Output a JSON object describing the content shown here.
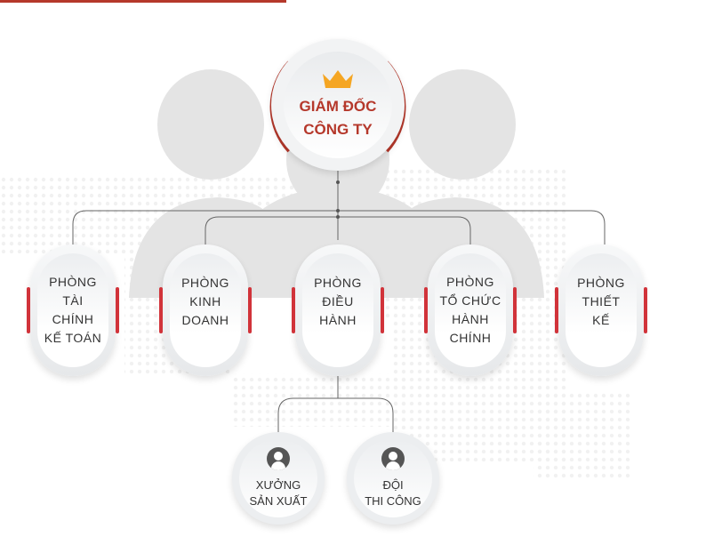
{
  "director": {
    "title_line1": "GIÁM ĐỐC",
    "title_line2": "CÔNG TY",
    "icon": "crown-icon"
  },
  "departments": [
    {
      "label": "PHÒNG TÀI CHÍNH KẾ TOÁN",
      "lines": [
        "PHÒNG",
        "TÀI",
        "CHÍNH",
        "KẾ TOÁN"
      ]
    },
    {
      "label": "PHÒNG KINH DOANH",
      "lines": [
        "PHÒNG",
        "KINH",
        "DOANH"
      ]
    },
    {
      "label": "PHÒNG ĐIỀU HÀNH",
      "lines": [
        "PHÒNG",
        "ĐIỀU",
        "HÀNH"
      ]
    },
    {
      "label": "PHÒNG TỔ CHỨC HÀNH CHÍNH",
      "lines": [
        "PHÒNG",
        "TỔ CHỨC",
        "HÀNH",
        "CHÍNH"
      ]
    },
    {
      "label": "PHÒNG THIẾT KẾ",
      "lines": [
        "PHÒNG",
        "THIẾT",
        "KẾ"
      ]
    }
  ],
  "subunits": [
    {
      "lines": [
        "XƯỞNG",
        "SẢN XUẤT"
      ],
      "icon": "user-icon"
    },
    {
      "lines": [
        "ĐỘI",
        "THI CÔNG"
      ],
      "icon": "user-icon"
    }
  ],
  "colors": {
    "accent": "#b5382b",
    "side_bar": "#d1333a",
    "crown": "#f5a623",
    "silhouette": "#e4e4e4"
  }
}
